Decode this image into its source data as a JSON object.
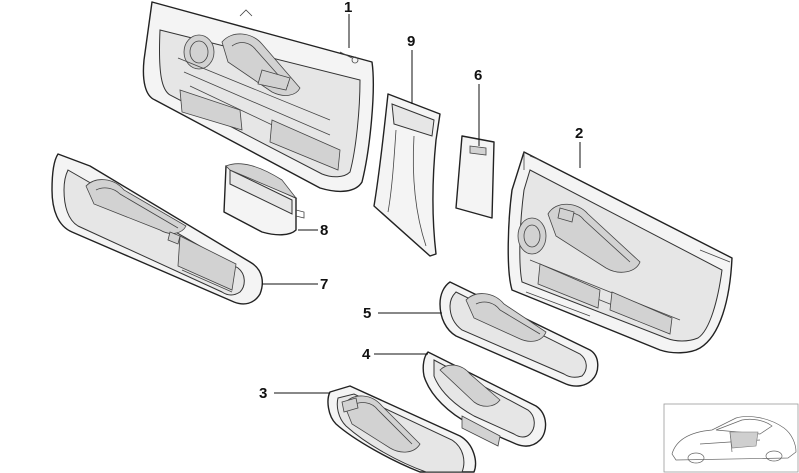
{
  "diagram": {
    "callouts": {
      "c1": "1",
      "c2": "2",
      "c3": "3",
      "c4": "4",
      "c5": "5",
      "c6": "6",
      "c7": "7",
      "c8": "8",
      "c9": "9"
    },
    "parts": [
      {
        "id": "1",
        "name": "front-door-trim-panel"
      },
      {
        "id": "2",
        "name": "rear-door-trim-panel"
      },
      {
        "id": "3",
        "name": "armrest-insert-front"
      },
      {
        "id": "4",
        "name": "armrest-insert-small"
      },
      {
        "id": "5",
        "name": "armrest-trim-rear"
      },
      {
        "id": "6",
        "name": "cover-panel"
      },
      {
        "id": "7",
        "name": "armrest-trim-front"
      },
      {
        "id": "8",
        "name": "door-pocket"
      },
      {
        "id": "9",
        "name": "pillar-trim"
      }
    ],
    "inset": "vehicle-location-thumbnail"
  }
}
